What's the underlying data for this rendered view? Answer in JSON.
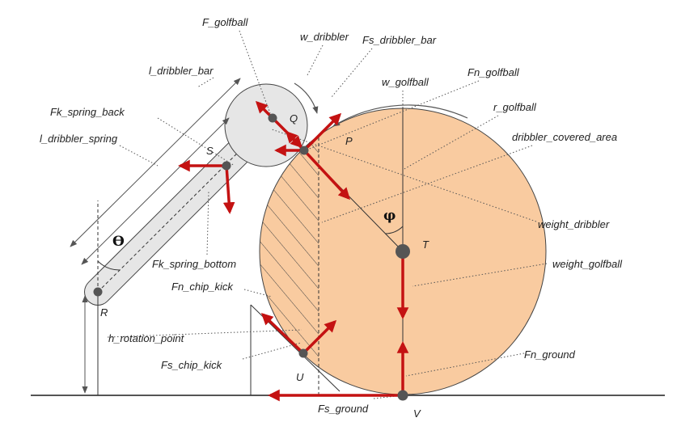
{
  "labels": {
    "f_golfball": "F_golfball",
    "w_dribbler": "w_dribbler",
    "fs_dribbler_bar": "Fs_dribbler_bar",
    "l_dribbler_bar": "l_dribbler_bar",
    "fn_golfball": "Fn_golfball",
    "w_golfball": "w_golfball",
    "fk_spring_back": "Fk_spring_back",
    "r_golfball": "r_golfball",
    "l_dribbler_spring": "l_dribbler_spring",
    "dribbler_covered_area": "dribbler_covered_area",
    "weight_dribbler": "weight_dribbler",
    "weight_golfball": "weight_golfball",
    "fk_spring_bottom": "Fk_spring_bottom",
    "fn_chip_kick": "Fn_chip_kick",
    "h_rotation_point": "h_rotation_point",
    "fs_chip_kick": "Fs_chip_kick",
    "fn_ground": "Fn_ground",
    "fs_ground": "Fs_ground"
  },
  "points": {
    "q": "Q",
    "p": "P",
    "s": "S",
    "t": "T",
    "r": "R",
    "u": "U",
    "v": "V"
  },
  "symbols": {
    "phi": "φ",
    "theta": "ϴ"
  },
  "colors": {
    "ball_fill": "#f9cba0",
    "force_arrow": "#c41212",
    "bar_fill": "#e6e6e6",
    "roller_fill": "#e6e6e6"
  }
}
